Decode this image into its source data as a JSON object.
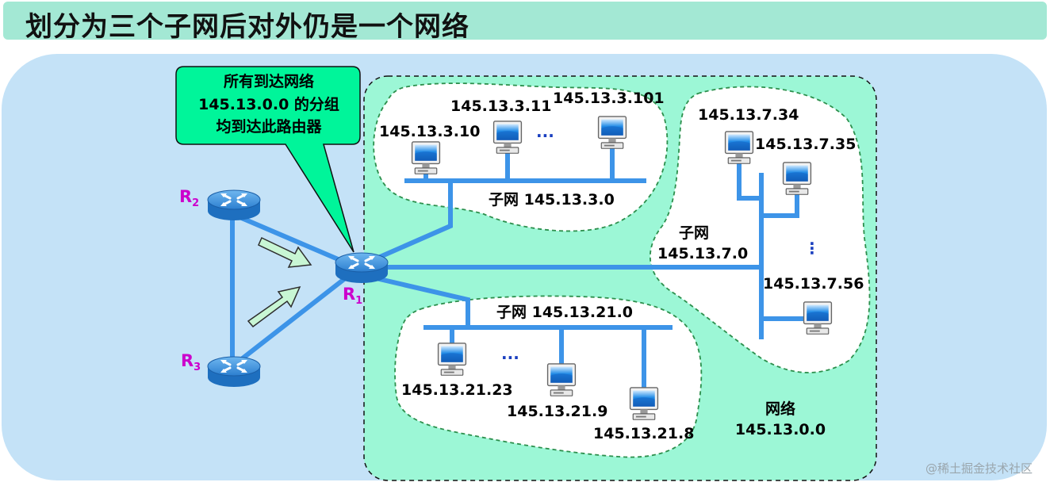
{
  "title": "划分为三个子网后对外仍是一个网络",
  "callout": [
    "所有到达网络",
    "145.13.0.0 的分组",
    "均到达此路由器"
  ],
  "routers": {
    "r1": {
      "letter": "R",
      "sub": "1"
    },
    "r2": {
      "letter": "R",
      "sub": "2"
    },
    "r3": {
      "letter": "R",
      "sub": "3"
    }
  },
  "subnet_3": {
    "name": "子网 145.13.3.0",
    "hosts": [
      "145.13.3.10",
      "145.13.3.11",
      "145.13.3.101"
    ],
    "ellipsis": "···"
  },
  "subnet_7": {
    "name_line1": "子网",
    "name_line2": "145.13.7.0",
    "hosts": [
      "145.13.7.34",
      "145.13.7.35",
      "145.13.7.56"
    ],
    "ellipsis": "⋮"
  },
  "subnet_21": {
    "name": "子网 145.13.21.0",
    "hosts": [
      "145.13.21.23",
      "145.13.21.9",
      "145.13.21.8"
    ],
    "ellipsis": "···"
  },
  "network": {
    "line1": "网络",
    "line2": "145.13.0.0"
  },
  "watermark": "@稀土掘金技术社区",
  "colors": {
    "title_bg": "#a3e8d4",
    "outer_bg": "#c4e2f7",
    "network_fill": "#9cf7d6",
    "link": "#3d94e8",
    "callout_fill": "#00f59a",
    "router_label": "#cc00cc",
    "arrow_fill": "#c8f6d4"
  }
}
